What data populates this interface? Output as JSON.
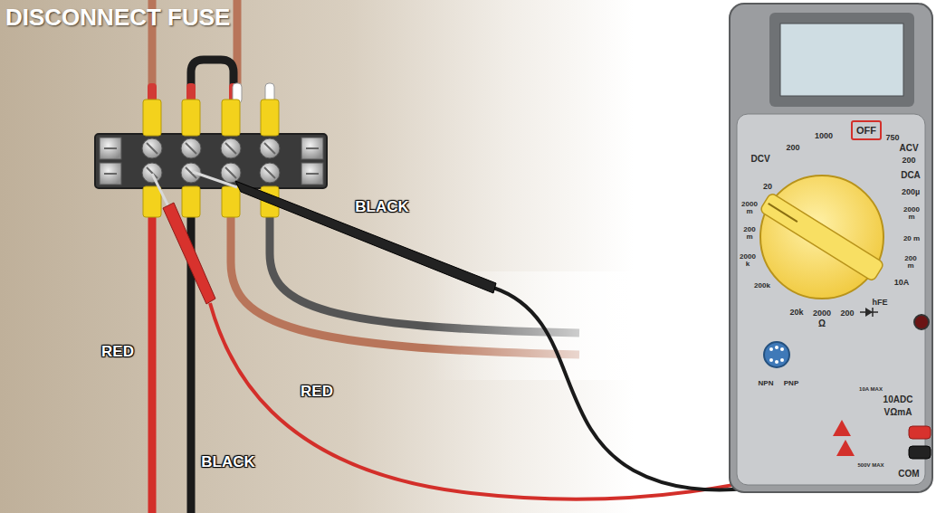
{
  "diagram": {
    "title": "DISCONNECT FUSE",
    "labels": [
      "BLACK",
      "RED",
      "RED",
      "BLACK",
      "DCV",
      "200",
      "1000",
      "OFF",
      "750",
      "ACV",
      "200",
      "DCA",
      "200µ",
      "2000 m",
      "20 m",
      "200 m",
      "10A",
      "hFE",
      "20",
      "2000 m",
      "200 m",
      "2000 k",
      "200k",
      "20k",
      "2000",
      "Ω",
      "200",
      "NPN",
      "PNP",
      "10A MAX",
      "10ADC",
      "VΩmA",
      "500V MAX",
      "COM"
    ]
  }
}
